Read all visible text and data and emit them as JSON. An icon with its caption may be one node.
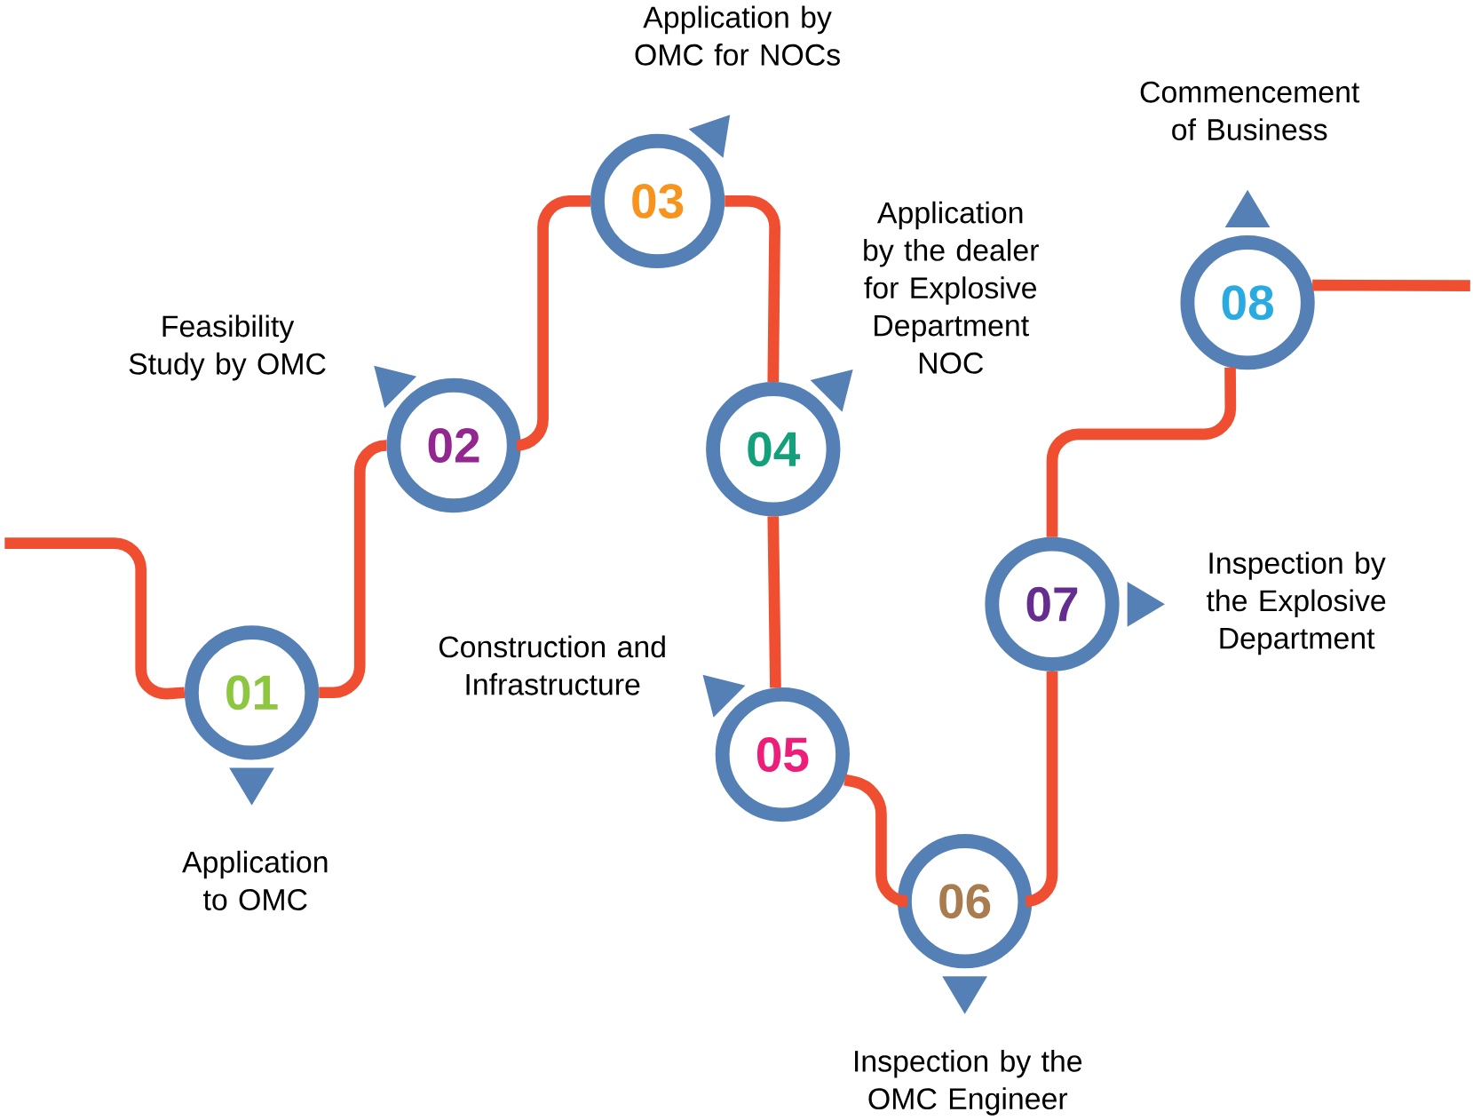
{
  "diagram": {
    "nodes": [
      {
        "text": [
          "01"
        ],
        "beside": [
          "Application to OMC"
        ]
      },
      {
        "text": [
          "02"
        ],
        "beside": [
          "Feasibility Study by OMC"
        ]
      },
      {
        "text": [
          "03"
        ],
        "beside": [
          "Application by OMC for NOCs"
        ]
      },
      {
        "text": [
          "04"
        ],
        "beside": [
          "Application by the dealer for Explosive Department NOC"
        ]
      },
      {
        "text": [
          "05"
        ],
        "beside": [
          "Construction and Infrastructure"
        ]
      },
      {
        "text": [
          "06"
        ],
        "beside": [
          "Inspection by the OMC Engineer"
        ]
      },
      {
        "text": [
          "07"
        ],
        "beside": [
          "Inspection by the Explosive Department"
        ]
      },
      {
        "text": [
          "08"
        ],
        "beside": [
          "Commencement of Business"
        ]
      }
    ],
    "edges": [
      {
        "from": null,
        "to": 0,
        "arrow": "none"
      },
      {
        "from": 0,
        "to": 1,
        "arrow": "none"
      },
      {
        "from": 1,
        "to": 2,
        "arrow": "none"
      },
      {
        "from": 2,
        "to": 3,
        "arrow": "none"
      },
      {
        "from": 3,
        "to": 4,
        "arrow": "none"
      },
      {
        "from": 4,
        "to": 5,
        "arrow": "none"
      },
      {
        "from": 5,
        "to": 6,
        "arrow": "none"
      },
      {
        "from": 6,
        "to": 7,
        "arrow": "none"
      },
      {
        "from": 7,
        "to": null,
        "arrow": "none"
      }
    ]
  }
}
